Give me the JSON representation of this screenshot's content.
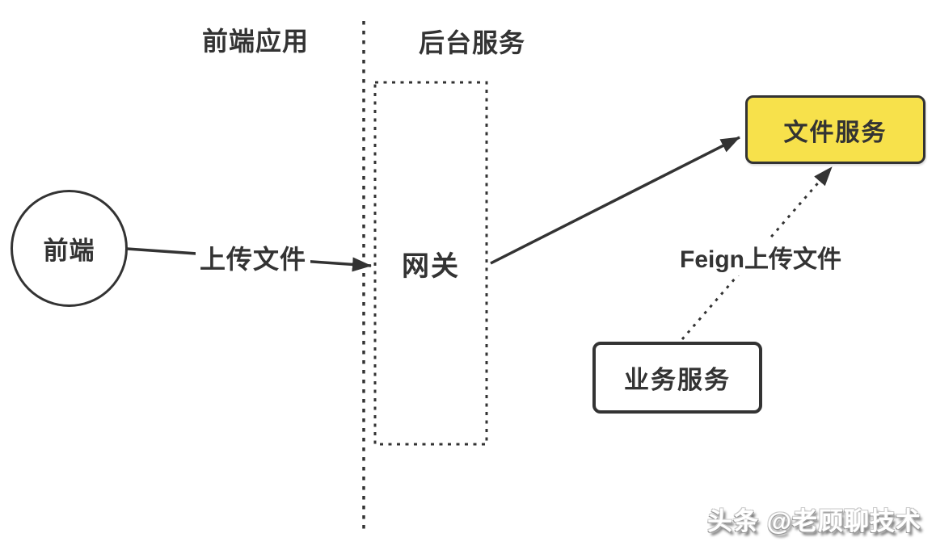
{
  "diagram": {
    "regions": {
      "frontend_label": "前端应用",
      "backend_label": "后台服务"
    },
    "nodes": {
      "frontend_circle": "前端",
      "gateway": "网关",
      "file_service": "文件服务",
      "business_service": "业务服务"
    },
    "edges": {
      "upload_label": "上传文件",
      "feign_label": "Feign上传文件"
    },
    "watermark": "头条 @老顾聊技术",
    "colors": {
      "line": "#333333",
      "file_service_fill": "#F7E14B",
      "background": "#ffffff"
    }
  }
}
